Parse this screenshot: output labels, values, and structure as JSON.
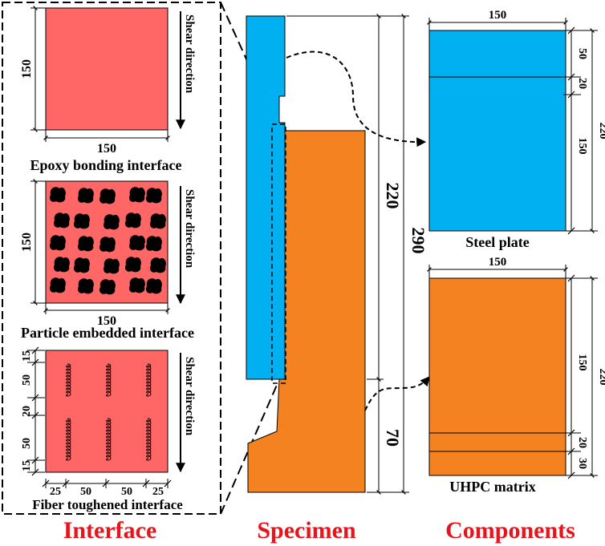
{
  "colors": {
    "steel": "#00b0f0",
    "uhpc": "#f58220",
    "interface": "#ff6666",
    "particle": "#000000",
    "heading": "#e8141b"
  },
  "headings": {
    "interface": "Interface",
    "specimen": "Specimen",
    "components": "Components"
  },
  "interfaces": {
    "shear_direction": "Shear direction",
    "epoxy": {
      "caption": "Epoxy bonding interface",
      "dim_width": "150",
      "dim_height": "150"
    },
    "particle": {
      "caption": "Particle embedded interface",
      "dim_width": "150",
      "dim_height": "150"
    },
    "fiber": {
      "caption": "Fiber toughened interface",
      "dims_horizontal": [
        "25",
        "50",
        "50",
        "25"
      ],
      "dims_vertical": [
        "15",
        "50",
        "20",
        "50",
        "15"
      ]
    }
  },
  "specimen": {
    "dim_220": "220",
    "dim_290": "290",
    "dim_70": "70"
  },
  "components": {
    "steel_plate": {
      "label": "Steel plate",
      "dim_width": "150",
      "dims_right": [
        "50",
        "20",
        "150"
      ],
      "dim_total": "220"
    },
    "uhpc_matrix": {
      "label": "UHPC matrix",
      "dim_width": "150",
      "dims_right": [
        "150",
        "20",
        "30"
      ],
      "dim_total": "220"
    }
  }
}
